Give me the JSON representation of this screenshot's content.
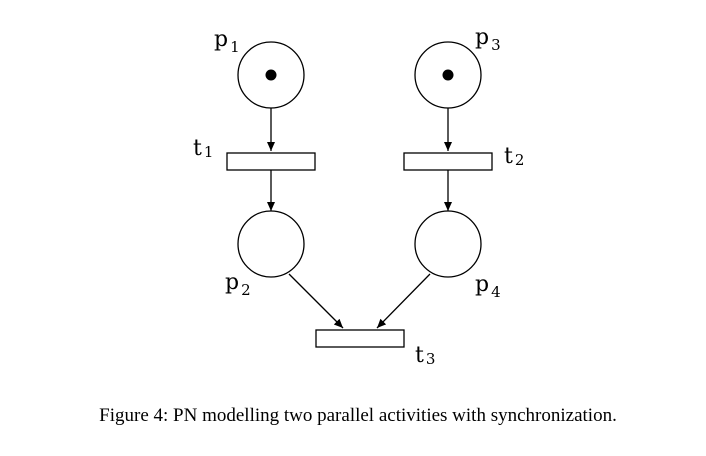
{
  "places": [
    {
      "id": "p1",
      "letter": "p",
      "index": "1",
      "tokens": 1
    },
    {
      "id": "p2",
      "letter": "p",
      "index": "2",
      "tokens": 0
    },
    {
      "id": "p3",
      "letter": "p",
      "index": "3",
      "tokens": 1
    },
    {
      "id": "p4",
      "letter": "p",
      "index": "4",
      "tokens": 0
    }
  ],
  "transitions": [
    {
      "id": "t1",
      "letter": "t",
      "index": "1"
    },
    {
      "id": "t2",
      "letter": "t",
      "index": "2"
    },
    {
      "id": "t3",
      "letter": "t",
      "index": "3"
    }
  ],
  "arcs": [
    {
      "from": "p1",
      "to": "t1"
    },
    {
      "from": "t1",
      "to": "p2"
    },
    {
      "from": "p3",
      "to": "t2"
    },
    {
      "from": "t2",
      "to": "p4"
    },
    {
      "from": "p2",
      "to": "t3"
    },
    {
      "from": "p4",
      "to": "t3"
    }
  ],
  "caption": "Figure 4: PN modelling two parallel activities with synchronization."
}
